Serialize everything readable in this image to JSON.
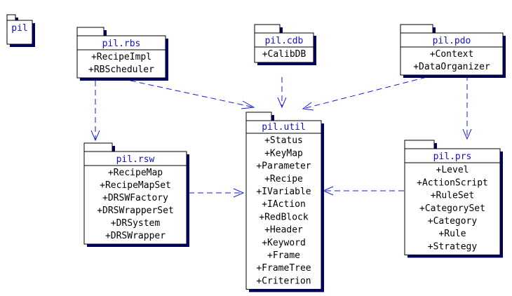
{
  "diagram": {
    "colors": {
      "title_text": "#1010c8",
      "item_text": "#000000",
      "border": "#000000",
      "shadow": "#000066",
      "dependency": "#1a1ae0"
    },
    "packages": {
      "pil": {
        "title": "pil",
        "items": []
      },
      "rbs": {
        "title": "pil.rbs",
        "items": [
          "+RecipeImpl",
          "+RBScheduler"
        ]
      },
      "cdb": {
        "title": "pil.cdb",
        "items": [
          "+CalibDB"
        ]
      },
      "pdo": {
        "title": "pil.pdo",
        "items": [
          "+Context",
          "+DataOrganizer"
        ]
      },
      "util": {
        "title": "pil.util",
        "items": [
          "+Status",
          "+KeyMap",
          "+Parameter",
          "+Recipe",
          "+IVariable",
          "+IAction",
          "+RedBlock",
          "+Header",
          "+Keyword",
          "+Frame",
          "+FrameTree",
          "+Criterion"
        ]
      },
      "rsw": {
        "title": "pil.rsw",
        "items": [
          "+RecipeMap",
          "+RecipeMapSet",
          "+DRSWFactory",
          "+DRSWrapperSet",
          "+DRSystem",
          "+DRSWrapper"
        ]
      },
      "prs": {
        "title": "pil.prs",
        "items": [
          "+Level",
          "+ActionScript",
          "+RuleSet",
          "+CategorySet",
          "+Category",
          "+Rule",
          "+Strategy"
        ]
      }
    },
    "dependencies": [
      {
        "from": "pil.rbs",
        "to": "pil.util"
      },
      {
        "from": "pil.cdb",
        "to": "pil.util"
      },
      {
        "from": "pil.pdo",
        "to": "pil.util"
      },
      {
        "from": "pil.rbs",
        "to": "pil.rsw"
      },
      {
        "from": "pil.pdo",
        "to": "pil.prs"
      },
      {
        "from": "pil.rsw",
        "to": "pil.util"
      },
      {
        "from": "pil.prs",
        "to": "pil.util"
      }
    ]
  }
}
